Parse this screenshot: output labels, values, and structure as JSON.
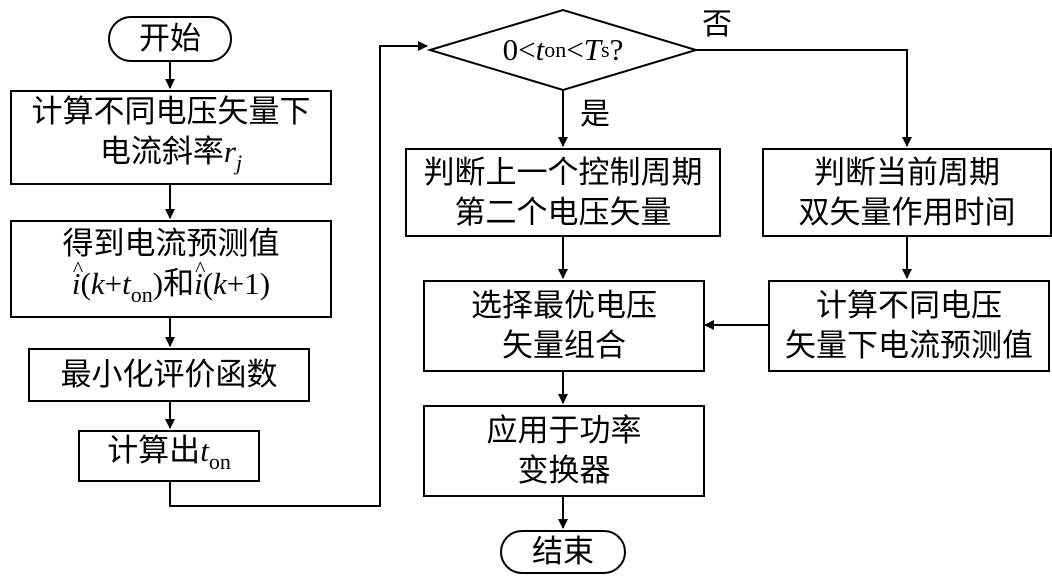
{
  "nodes": {
    "start": "开始",
    "calc_slope": {
      "line1": "计算不同电压矢量下",
      "line2_prefix": "电流斜率",
      "var": "r",
      "var_sub": "j"
    },
    "get_prediction": {
      "line1": "得到电流预测值",
      "i_sym": "i",
      "k_sym": "k",
      "plus": "+",
      "t_sym": "t",
      "t_sub": "on",
      "conj": "和",
      "open": "(",
      "close": ")",
      "close_plus1": "+1)"
    },
    "minimize": "最小化评价函数",
    "calc_ton": {
      "prefix": "计算出",
      "t_sym": "t",
      "t_sub": "on"
    },
    "decision": {
      "zero": "0",
      "lt": "<",
      "t_sym": "t",
      "t_sub": "on",
      "T_sym": "T",
      "T_sub": "s",
      "q": "?"
    },
    "judge_prev": {
      "line1": "判断上一个控制周期",
      "line2": "第二个电压矢量"
    },
    "judge_current": {
      "line1": "判断当前周期",
      "line2": "双矢量作用时间"
    },
    "calc_prediction": {
      "line1": "计算不同电压",
      "line2": "矢量下电流预测值"
    },
    "select_optimal": {
      "line1": "选择最优电压",
      "line2": "矢量组合"
    },
    "apply": {
      "line1": "应用于功率",
      "line2": "变换器"
    },
    "end": "结束"
  },
  "edge_labels": {
    "yes": "是",
    "no": "否"
  }
}
